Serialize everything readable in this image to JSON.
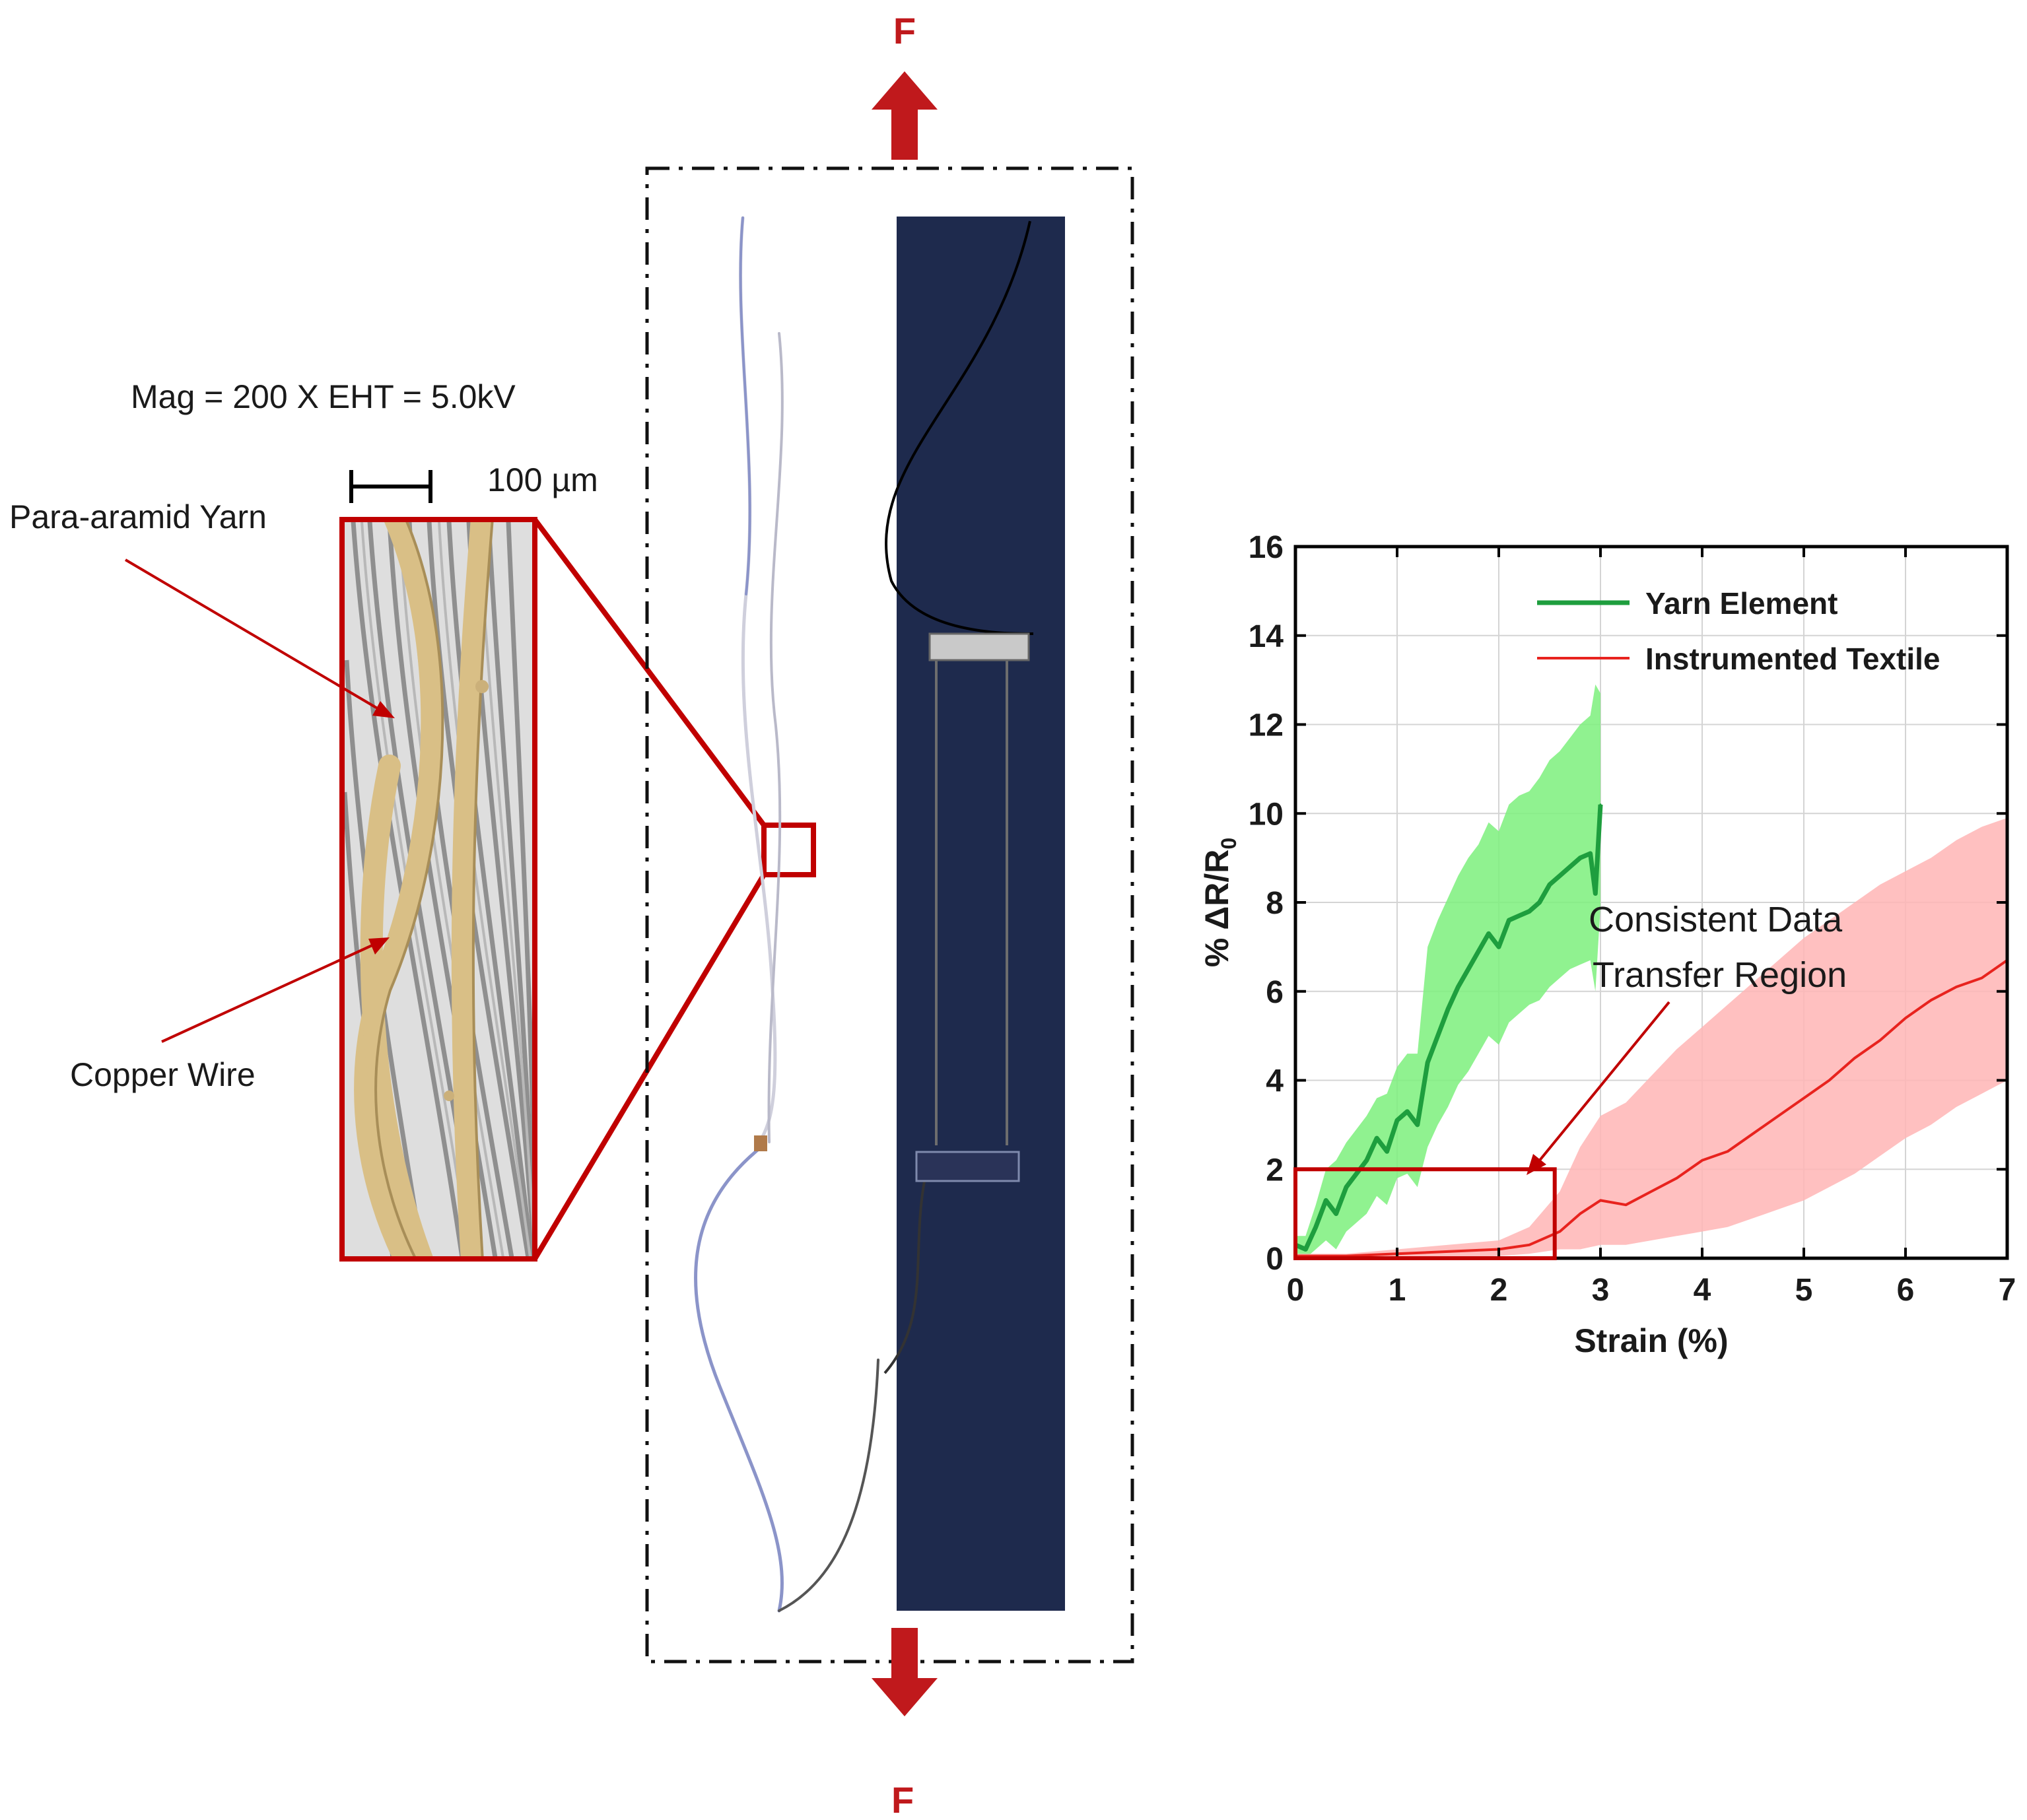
{
  "force_label": "F",
  "sem": {
    "mag_text": "Mag = 200 X  EHT = 5.0kV",
    "scale_text": "100 µm",
    "yarn_label": "Para-aramid Yarn",
    "wire_label": "Copper Wire"
  },
  "colors": {
    "accent_red": "#c0191c",
    "dark_red": "#c00000",
    "textile_blue": "#1e2a4d",
    "copper_yarn": "#d9bf86",
    "yarn_element_green": "#1e9e3e",
    "yarn_element_band": "#7cf07c",
    "textile_red": "#e8231e",
    "textile_band": "#ffb5b5"
  },
  "annotation": {
    "line1": "Consistent Data",
    "line2": "Transfer Region"
  },
  "chart_data": {
    "type": "line",
    "xlabel": "Strain (%)",
    "ylabel_prefix": "% ΔR/R",
    "ylabel_sub": "0",
    "xlim": [
      0,
      7
    ],
    "ylim": [
      0,
      16
    ],
    "xticks": [
      "0",
      "1",
      "2",
      "3",
      "4",
      "5",
      "6",
      "7"
    ],
    "yticks": [
      "0",
      "2",
      "4",
      "6",
      "8",
      "10",
      "12",
      "14",
      "16"
    ],
    "grid": true,
    "legend_position": "top-right",
    "region_box": {
      "x": [
        0,
        2.55
      ],
      "y": [
        0,
        2
      ]
    },
    "series": [
      {
        "name": "Yarn Element",
        "color": "#1e9e3e",
        "band_color": "#7cf07c",
        "x": [
          0,
          0.1,
          0.2,
          0.3,
          0.4,
          0.5,
          0.6,
          0.7,
          0.8,
          0.9,
          1.0,
          1.1,
          1.2,
          1.3,
          1.4,
          1.5,
          1.6,
          1.7,
          1.8,
          1.9,
          2.0,
          2.1,
          2.2,
          2.3,
          2.4,
          2.5,
          2.6,
          2.7,
          2.8,
          2.9,
          2.95,
          3.0
        ],
        "values": [
          0.3,
          0.2,
          0.7,
          1.3,
          1.0,
          1.6,
          1.9,
          2.2,
          2.7,
          2.4,
          3.1,
          3.3,
          3.0,
          4.4,
          5.0,
          5.6,
          6.1,
          6.5,
          6.9,
          7.3,
          7.0,
          7.6,
          7.7,
          7.8,
          8.0,
          8.4,
          8.6,
          8.8,
          9.0,
          9.1,
          8.2,
          10.2
        ],
        "upper": [
          0.5,
          0.5,
          1.2,
          2.0,
          2.2,
          2.6,
          2.9,
          3.2,
          3.6,
          3.7,
          4.3,
          4.6,
          4.6,
          7.0,
          7.6,
          8.1,
          8.6,
          9.0,
          9.3,
          9.8,
          9.6,
          10.2,
          10.4,
          10.5,
          10.8,
          11.2,
          11.4,
          11.7,
          12.0,
          12.2,
          12.9,
          12.7
        ],
        "lower": [
          0.1,
          0.0,
          0.2,
          0.4,
          0.2,
          0.6,
          0.8,
          1.0,
          1.4,
          1.2,
          1.8,
          1.9,
          1.6,
          2.5,
          3.0,
          3.4,
          3.9,
          4.2,
          4.6,
          5.0,
          4.8,
          5.3,
          5.5,
          5.7,
          5.8,
          6.1,
          6.3,
          6.5,
          6.6,
          6.7,
          6.0,
          7.9
        ]
      },
      {
        "name": "Instrumented Textile",
        "color": "#e8231e",
        "band_color": "#ffb5b5",
        "x": [
          0,
          0.5,
          1.0,
          1.5,
          2.0,
          2.3,
          2.6,
          2.8,
          3.0,
          3.25,
          3.5,
          3.75,
          4.0,
          4.25,
          4.5,
          4.75,
          5.0,
          5.25,
          5.5,
          5.75,
          6.0,
          6.25,
          6.5,
          6.75,
          7.0
        ],
        "values": [
          0.05,
          0.05,
          0.1,
          0.15,
          0.2,
          0.3,
          0.6,
          1.0,
          1.3,
          1.2,
          1.5,
          1.8,
          2.2,
          2.4,
          2.8,
          3.2,
          3.6,
          4.0,
          4.5,
          4.9,
          5.4,
          5.8,
          6.1,
          6.3,
          6.7
        ],
        "upper": [
          0.1,
          0.1,
          0.2,
          0.3,
          0.4,
          0.7,
          1.5,
          2.5,
          3.2,
          3.5,
          4.1,
          4.7,
          5.2,
          5.7,
          6.2,
          6.7,
          7.2,
          7.6,
          8.0,
          8.4,
          8.7,
          9.0,
          9.4,
          9.7,
          9.9
        ],
        "lower": [
          0.0,
          0.0,
          0.0,
          0.0,
          0.05,
          0.1,
          0.2,
          0.2,
          0.3,
          0.3,
          0.4,
          0.5,
          0.6,
          0.7,
          0.9,
          1.1,
          1.3,
          1.6,
          1.9,
          2.3,
          2.7,
          3.0,
          3.4,
          3.7,
          4.0
        ]
      }
    ]
  }
}
